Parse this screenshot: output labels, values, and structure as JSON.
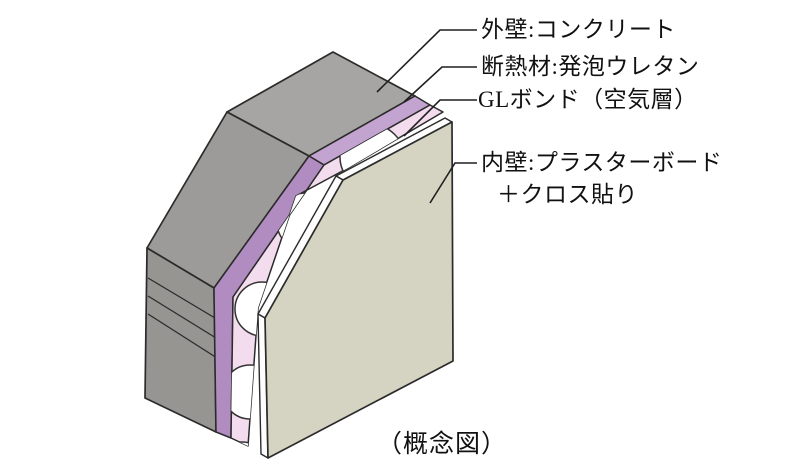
{
  "diagram": {
    "caption": "（概念図）",
    "labels": {
      "outer_wall": "外壁:コンクリート",
      "insulation": "断熱材:発泡ウレタン",
      "gl_bond": "GLボンド（空気層）",
      "inner_wall_line1": "内壁:プラスターボード",
      "inner_wall_line2": "＋クロス貼り"
    },
    "colors": {
      "concrete_top": "#a6a5a3",
      "concrete_side": "#9c9b99",
      "concrete_lower": "#969592",
      "insulation_stripe": "#c3a3cf",
      "insulation_band": "#b18cc1",
      "gl_surface": "#f3dcee",
      "gl_dab": "#ffffff",
      "board": "#d5d3c1",
      "board_edge": "#fdfdfd",
      "outline": "#2b2b2b",
      "leader": "#1f1f1f",
      "text": "#111111"
    }
  }
}
